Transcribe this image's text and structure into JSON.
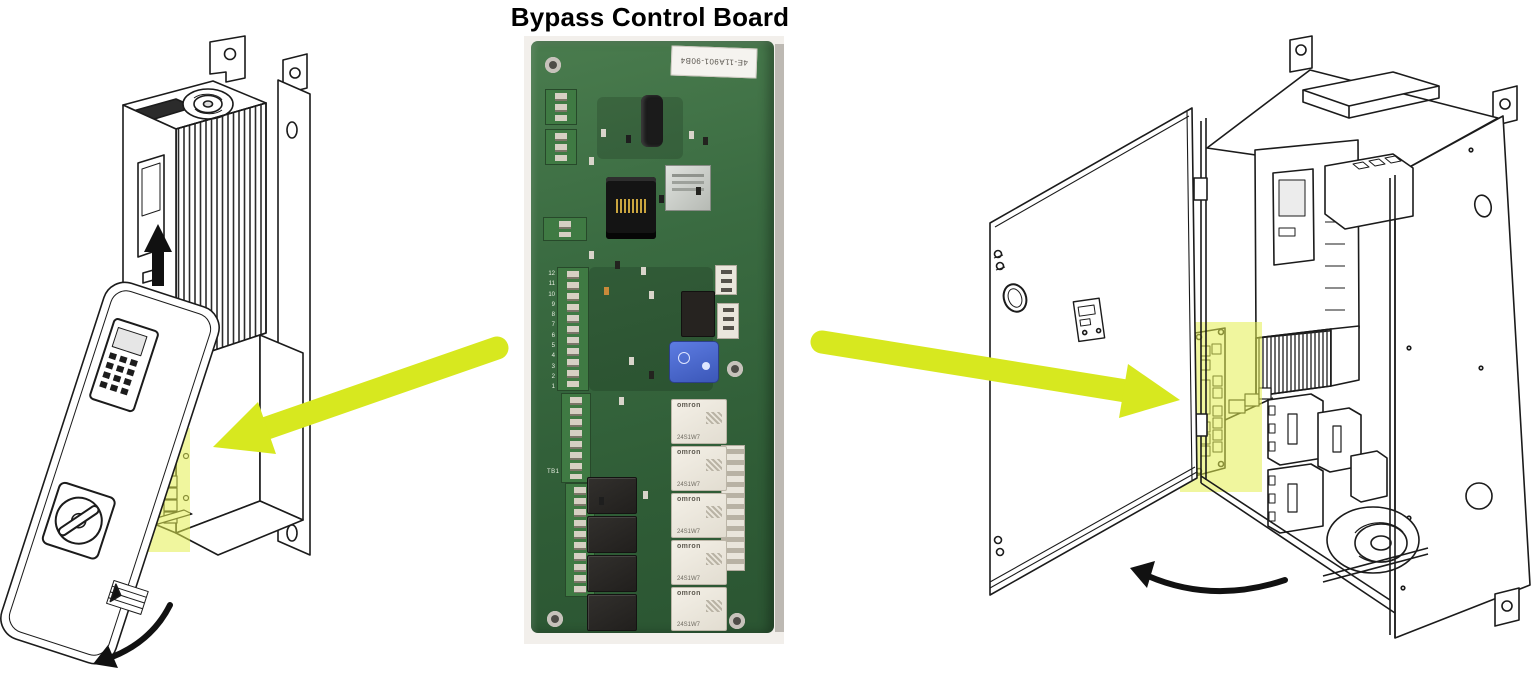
{
  "header": {
    "title": "Bypass Control Board"
  },
  "photo": {
    "sticker_text": "4E-11A901-90B4",
    "relay_brand": "omron",
    "relay_part": "24S1W7",
    "tb_label": "TB1",
    "terminal_numbers": "12\n11\n10\n9\n8\n7\n6\n5\n4\n3\n2\n1"
  },
  "colors": {
    "callout_arrow": "#d7e81f",
    "highlight": "#e4ee4e",
    "pcb_green": "#3c6e42",
    "line_art": "#1b1b1b"
  },
  "figures": {
    "left": "drive-with-cover-removed",
    "center": "bypass-control-board-photo",
    "right": "bypass-enclosure-with-door-open"
  }
}
